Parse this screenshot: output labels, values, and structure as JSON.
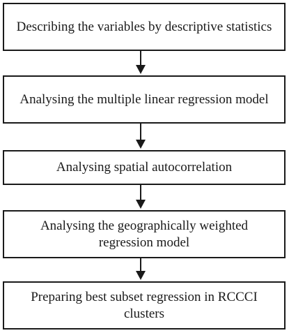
{
  "flowchart": {
    "steps": [
      {
        "label": "Describing the variables by descriptive statistics"
      },
      {
        "label": "Analysing the multiple linear regression model"
      },
      {
        "label": "Analysing spatial autocorrelation"
      },
      {
        "label": "Analysing the geographically weighted regression model"
      },
      {
        "label": "Preparing best subset regression in RCCCI clusters"
      }
    ],
    "colors": {
      "stroke": "#1a1a1a",
      "background": "#ffffff"
    }
  }
}
